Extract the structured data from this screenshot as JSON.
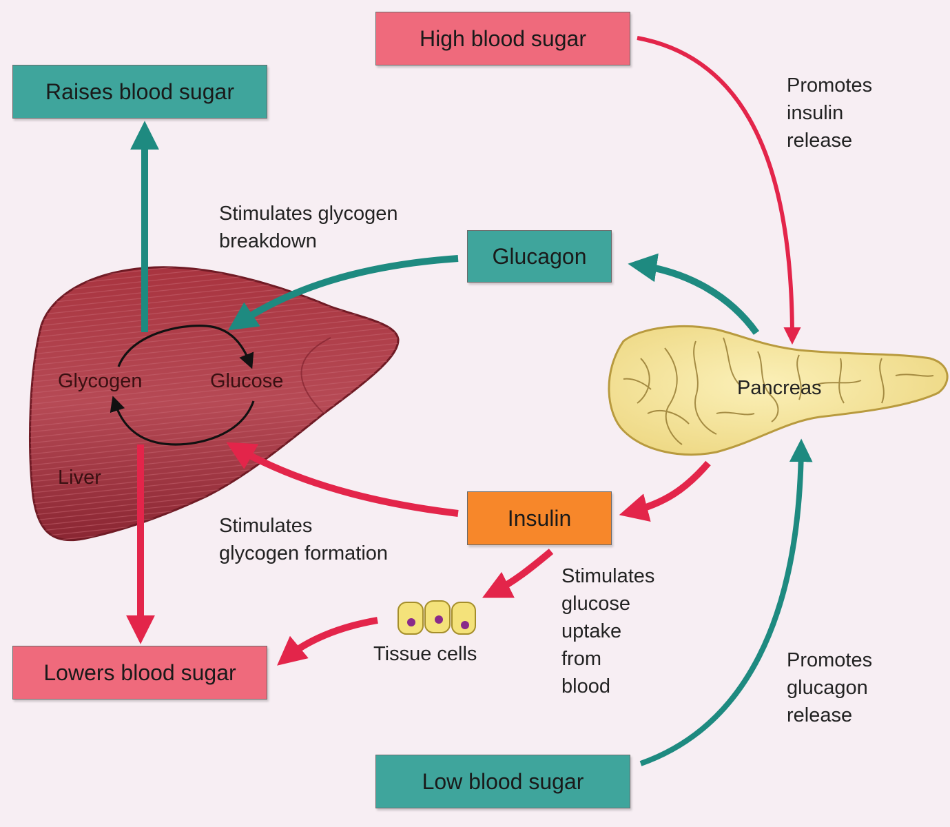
{
  "boxes": {
    "high_blood_sugar": "High blood sugar",
    "raises_blood_sugar": "Raises blood sugar",
    "glucagon": "Glucagon",
    "insulin": "Insulin",
    "lowers_blood_sugar": "Lowers blood sugar",
    "low_blood_sugar": "Low blood sugar"
  },
  "labels": {
    "promotes_insulin_release": [
      "Promotes",
      "insulin",
      "release"
    ],
    "stimulates_glycogen_breakdown": [
      "Stimulates glycogen",
      "breakdown"
    ],
    "stimulates_glycogen_formation": [
      "Stimulates",
      "glycogen formation"
    ],
    "stimulates_glucose_uptake": [
      "Stimulates",
      "glucose",
      "uptake",
      "from",
      "blood"
    ],
    "promotes_glucagon_release": [
      "Promotes",
      "glucagon",
      "release"
    ],
    "tissue_cells": "Tissue cells"
  },
  "organs": {
    "liver": "Liver",
    "glycogen": "Glycogen",
    "glucose": "Glucose",
    "pancreas": "Pancreas"
  },
  "colors": {
    "teal_arrow": "#1e8a80",
    "red_arrow": "#e3254a",
    "liver": "#9c2f3a",
    "pancreas": "#f6e39a"
  }
}
